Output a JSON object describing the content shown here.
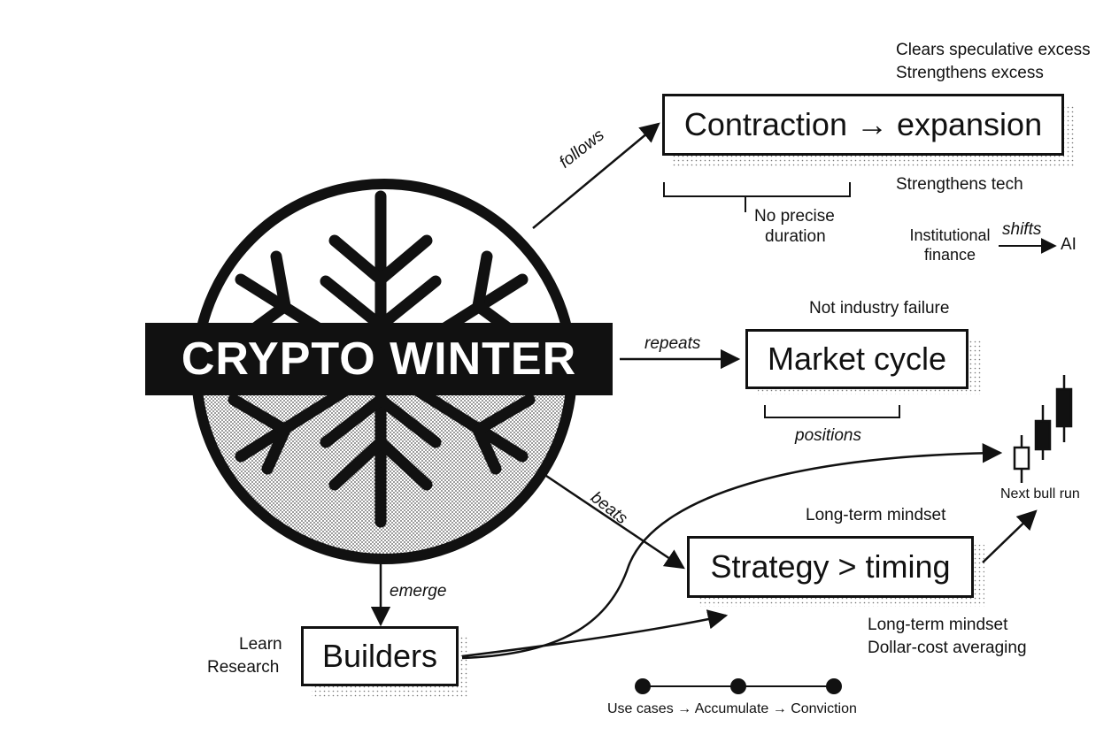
{
  "central": {
    "title": "CRYPTO WINTER",
    "icon": "snowflake-icon"
  },
  "boxes": {
    "contraction": "Contraction → expansion",
    "market_cycle": "Market cycle",
    "strategy": "Strategy > timing",
    "builders": "Builders"
  },
  "edges": {
    "follows": "follows",
    "repeats": "repeats",
    "beats": "beats",
    "emerge": "emerge",
    "positions": "positions",
    "shifts": "shifts"
  },
  "notes": {
    "clears": "Clears speculative excess",
    "strengthens_excess": "Strengthens excess",
    "strengthens_tech": "Strengthens tech",
    "no_precise_1": "No precise",
    "no_precise_2": "duration",
    "institutional_1": "Institutional",
    "institutional_2": "finance",
    "ai": "AI",
    "not_failure": "Not industry failure",
    "next_bull_run": "Next bull run",
    "long_term_top": "Long-term mindset",
    "long_term_bottom": "Long-term mindset",
    "dca": "Dollar-cost averaging",
    "learn": "Learn",
    "research": "Research",
    "timeline": "Use cases → Accumulate → Conviction"
  },
  "colors": {
    "ink": "#111111",
    "paper": "#ffffff"
  }
}
